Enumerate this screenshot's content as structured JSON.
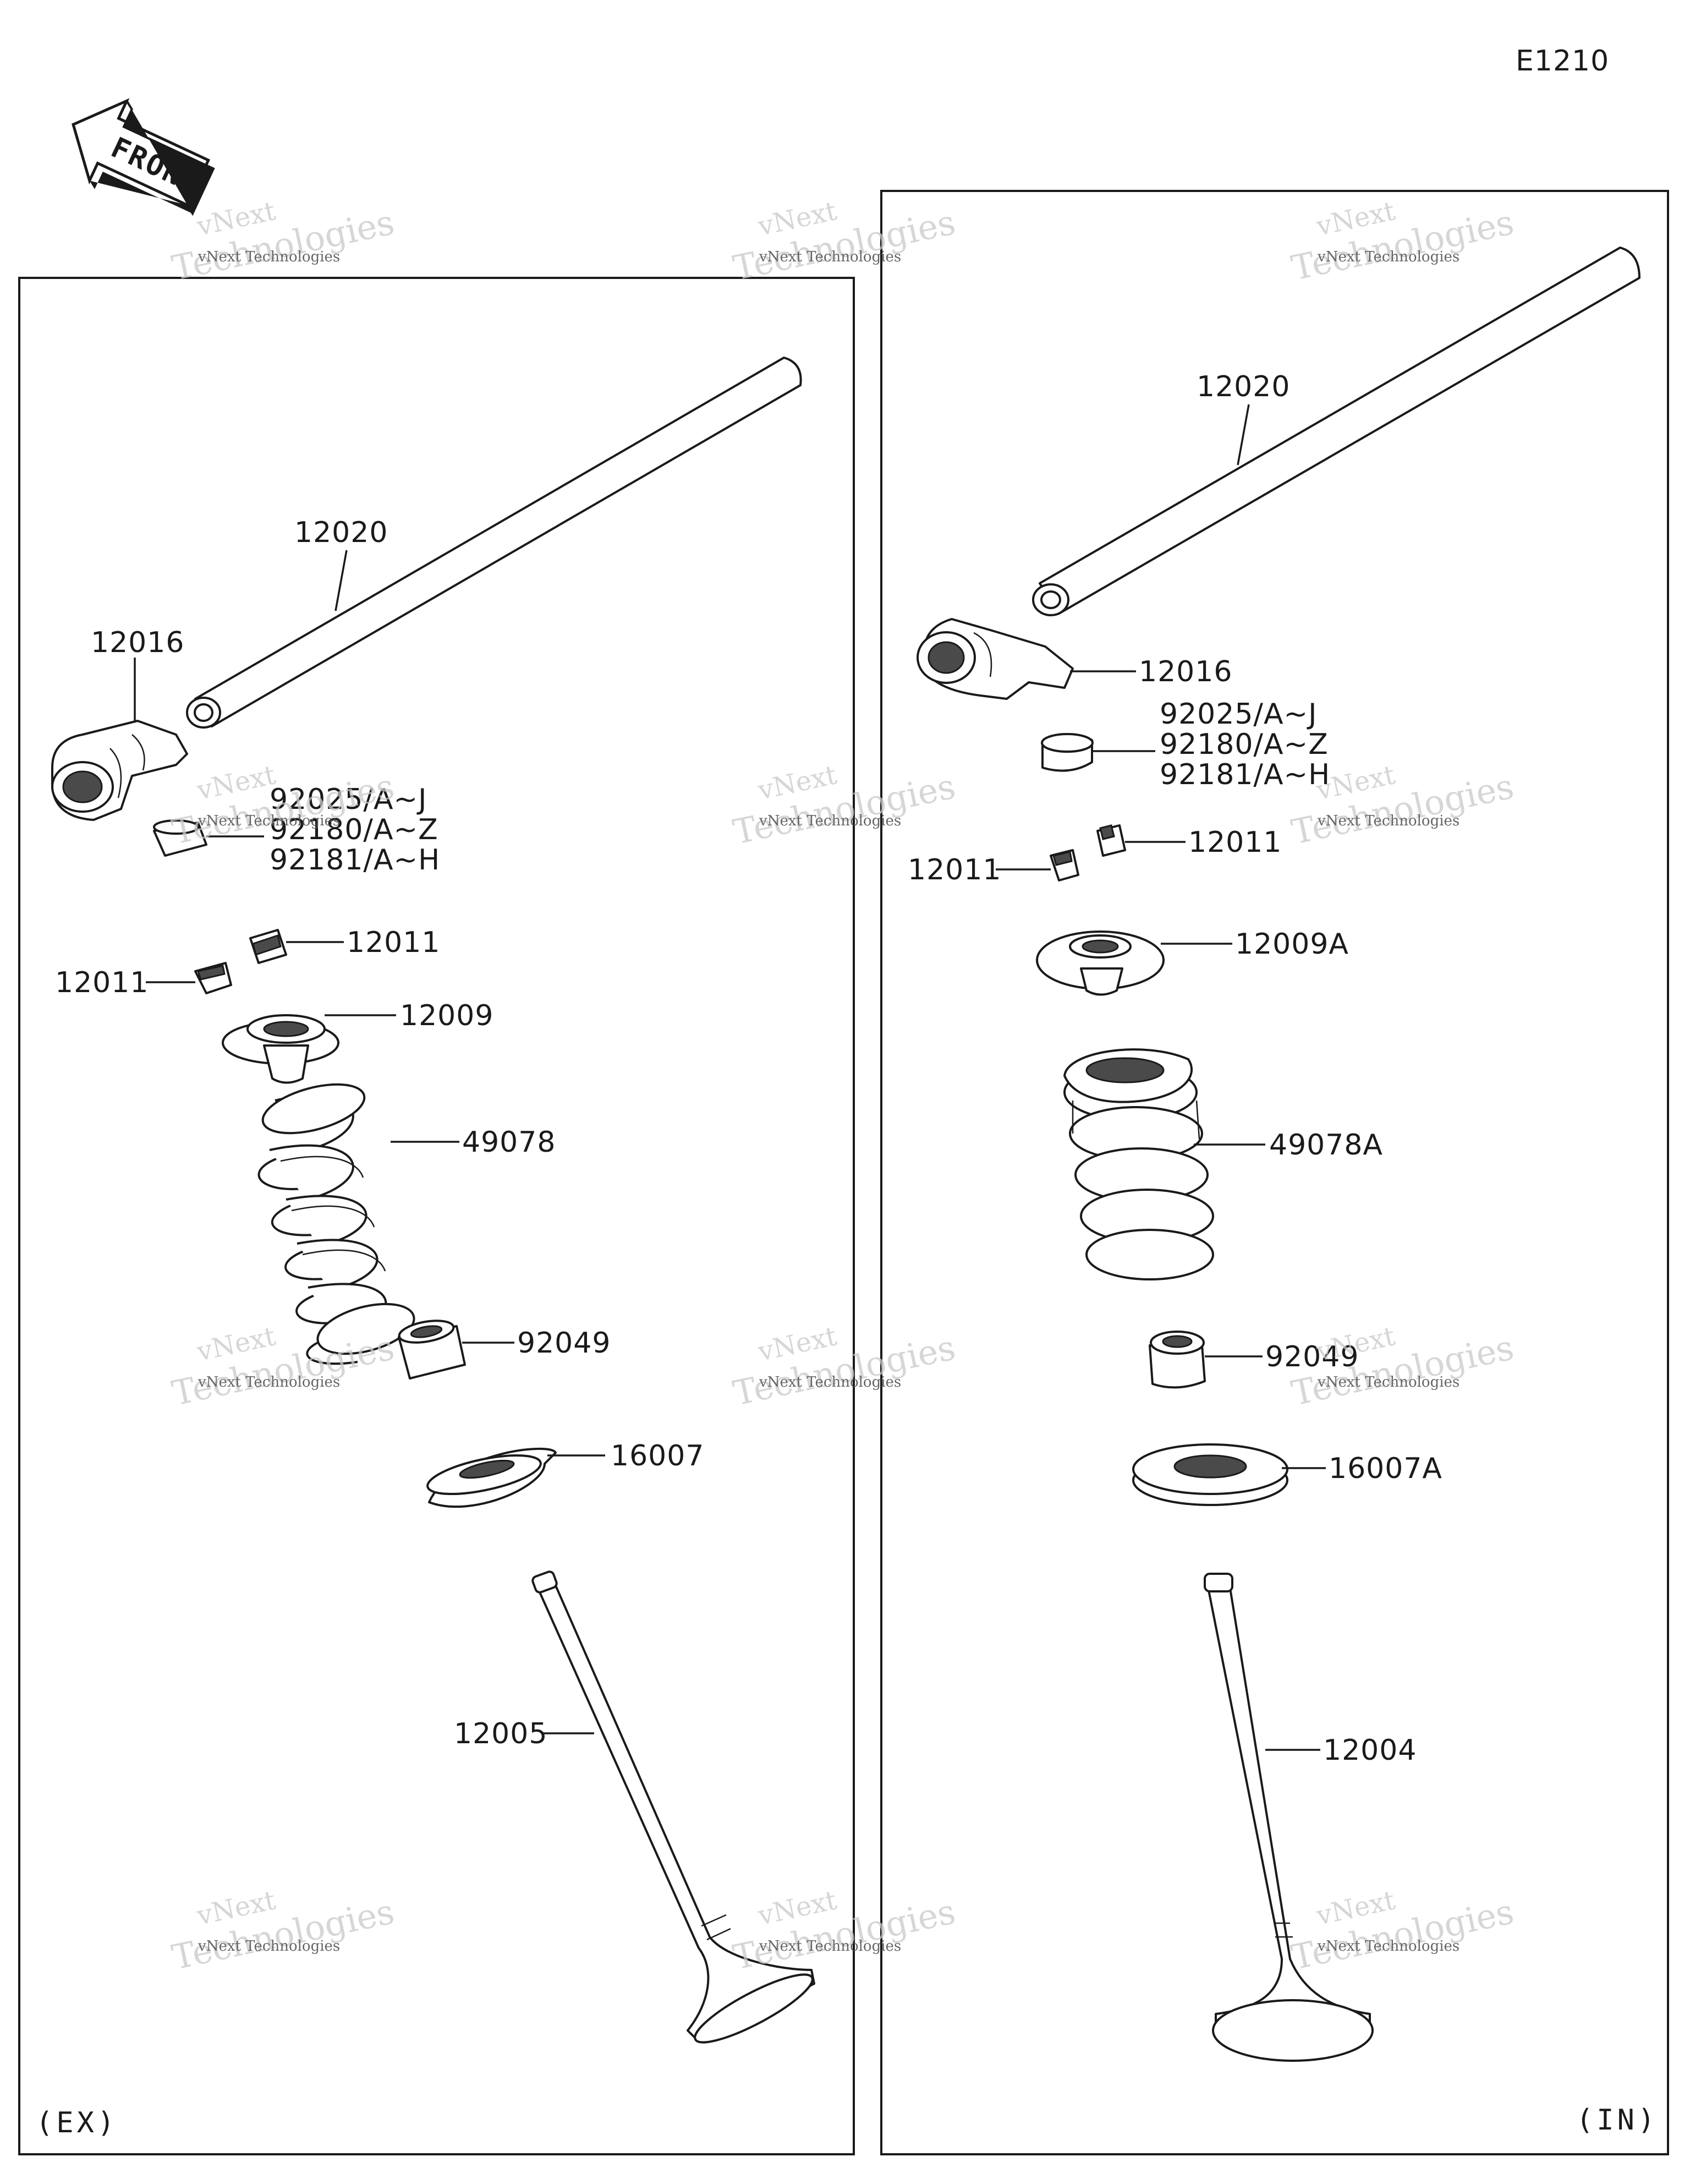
{
  "diagram_code": "E1210",
  "front_arrow": {
    "text": "FRONT"
  },
  "watermark": {
    "brand": "vNext",
    "text": "Technologies",
    "caption": "vNext Technologies"
  },
  "panels": {
    "exhaust": {
      "tag": "(EX)",
      "labels": {
        "rocker_shaft": "12020",
        "rocker_arm": "12016",
        "shim_a": "92025/A~J",
        "shim_b": "92180/A~Z",
        "shim_c": "92181/A~H",
        "cotter_upper": "12011",
        "cotter_lower": "12011",
        "retainer": "12009",
        "spring": "49078",
        "seal": "92049",
        "seat": "16007",
        "valve": "12005"
      }
    },
    "intake": {
      "tag": "(IN)",
      "labels": {
        "rocker_shaft": "12020",
        "rocker_arm": "12016",
        "shim_a": "92025/A~J",
        "shim_b": "92180/A~Z",
        "shim_c": "92181/A~H",
        "cotter_upper": "12011",
        "cotter_lower": "12011",
        "retainer": "12009A",
        "spring": "49078A",
        "seal": "92049",
        "seat": "16007A",
        "valve": "12004"
      }
    }
  }
}
